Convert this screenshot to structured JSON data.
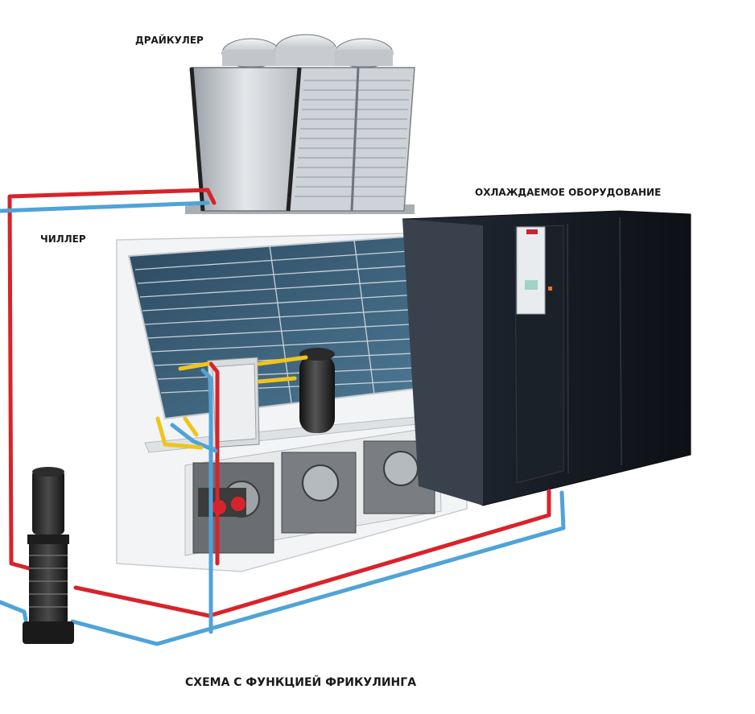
{
  "labels": {
    "drycooler": "ДРАЙКУЛЕР",
    "chiller": "ЧИЛЛЕР",
    "cooled_equipment": "ОХЛАЖДАЕМОЕ ОБОРУДОВАНИЕ",
    "caption": "СХЕМА С ФУНКЦИЕЙ ФРИКУЛИНГА"
  },
  "colors": {
    "hot_pipe": "#d8232a",
    "cold_pipe": "#4fa3d9",
    "glycol_pipe": "#f0c419",
    "cabinet": "#15191f"
  }
}
